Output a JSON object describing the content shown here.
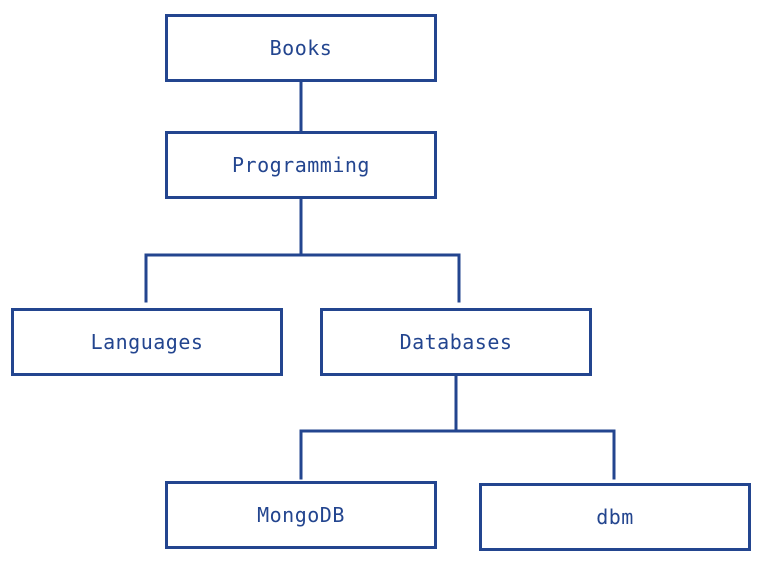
{
  "colors": {
    "line": "#23458f",
    "text": "#23458f",
    "background": "#ffffff"
  },
  "tree": {
    "root": {
      "label": "Books"
    },
    "programming": {
      "label": "Programming"
    },
    "languages": {
      "label": "Languages"
    },
    "databases": {
      "label": "Databases"
    },
    "mongodb": {
      "label": "MongoDB"
    },
    "dbm": {
      "label": "dbm"
    }
  },
  "edges": [
    {
      "from": "Books",
      "to": "Programming"
    },
    {
      "from": "Programming",
      "to": "Languages"
    },
    {
      "from": "Programming",
      "to": "Databases"
    },
    {
      "from": "Databases",
      "to": "MongoDB"
    },
    {
      "from": "Databases",
      "to": "dbm"
    }
  ]
}
